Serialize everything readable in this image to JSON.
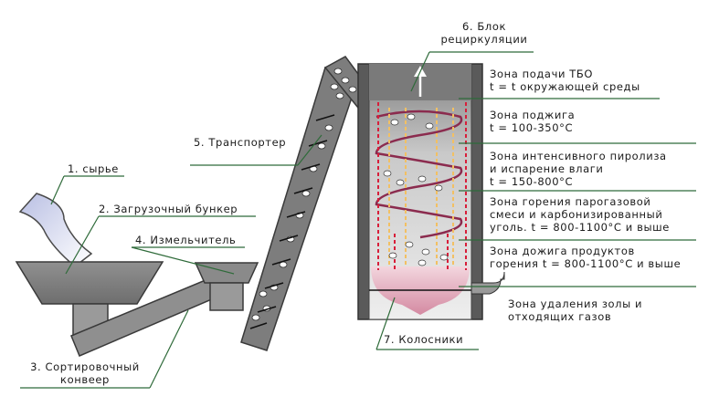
{
  "labels": {
    "raw": "1. сырье",
    "hopper": "2. Загрузочный бункер",
    "sorting_line1": "3. Сортировочный",
    "sorting_line2": "конвеер",
    "shredder": "4. Измельчитель",
    "transporter": "5. Транспортер",
    "recirc_line1": "6. Блок",
    "recirc_line2": "рециркуляции",
    "grates": "7. Колосники"
  },
  "zones": [
    {
      "line1": "Зона подачи ТБО",
      "line2": "t = t окружающей среды",
      "line3": ""
    },
    {
      "line1": "Зона поджига",
      "line2": "t = 100-350°C",
      "line3": ""
    },
    {
      "line1": "Зона интенсивного пиролиза",
      "line2": "и испарение влаги",
      "line3": "t = 150-800°C"
    },
    {
      "line1": "Зона горения парогазовой",
      "line2": "смеси и карбонизированный",
      "line3": "уголь. t = 800-1100°C и выше"
    },
    {
      "line1": "Зона дожига продуктов",
      "line2": "горения t = 800-1100°C и выше",
      "line3": ""
    }
  ],
  "ash_zone": {
    "line1": "Зона удаления золы и",
    "line2": "отходящих газов"
  },
  "colors": {
    "equipment": "#8a8a8a",
    "equipment_dark": "#4a4a4a",
    "leader_line": "#2f6b3a",
    "spiral": "#8b2b4e",
    "up_arrow": "#f2c063",
    "down_arrow": "#d81e3a",
    "raw_material": "#c7cbe6",
    "burn_zone": "#d9a4b4"
  }
}
